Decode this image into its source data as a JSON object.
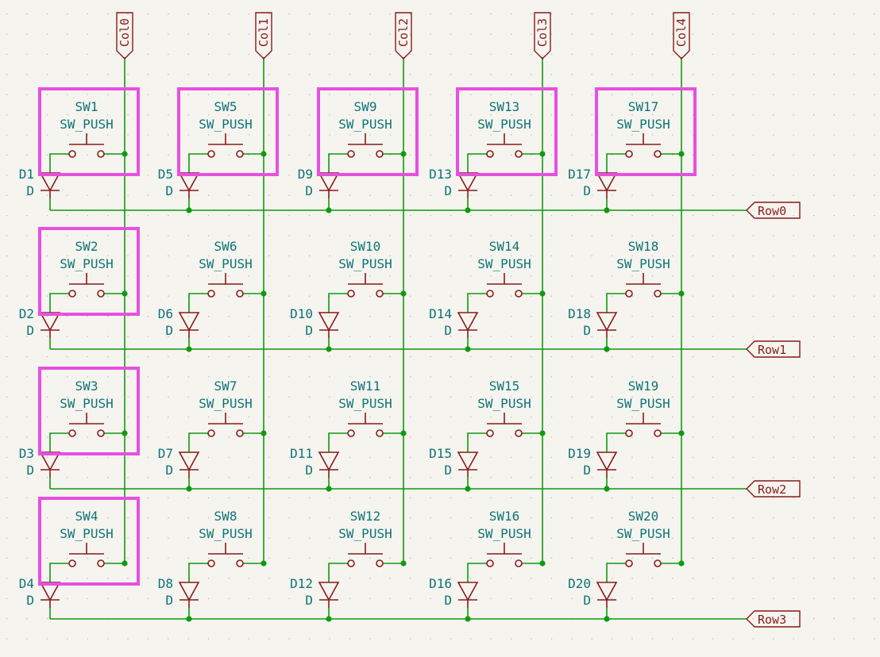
{
  "colors": {
    "background": "#f5f4ef",
    "grid": "#b9b9b3",
    "wire": "#0f9a0f",
    "junction": "#0f9a0f",
    "symbol": "#8a1a1a",
    "text": "#0e7477",
    "label_text": "#8a1a1a",
    "highlight": "#e84fe0"
  },
  "columns": [
    "Col0",
    "Col1",
    "Col2",
    "Col3",
    "Col4"
  ],
  "rows": [
    "Row0",
    "Row1",
    "Row2",
    "Row3"
  ],
  "switch_value": "SW_PUSH",
  "diode_value": "D",
  "switches": [
    [
      "SW1",
      "SW2",
      "SW3",
      "SW4"
    ],
    [
      "SW5",
      "SW6",
      "SW7",
      "SW8"
    ],
    [
      "SW9",
      "SW10",
      "SW11",
      "SW12"
    ],
    [
      "SW13",
      "SW14",
      "SW15",
      "SW16"
    ],
    [
      "SW17",
      "SW18",
      "SW19",
      "SW20"
    ]
  ],
  "diodes": [
    [
      "D1",
      "D2",
      "D3",
      "D4"
    ],
    [
      "D5",
      "D6",
      "D7",
      "D8"
    ],
    [
      "D9",
      "D10",
      "D11",
      "D12"
    ],
    [
      "D13",
      "D14",
      "D15",
      "D16"
    ],
    [
      "D17",
      "D18",
      "D19",
      "D20"
    ]
  ],
  "highlighted": [
    "SW1",
    "SW5",
    "SW9",
    "SW13",
    "SW17",
    "SW2",
    "SW3",
    "SW4"
  ]
}
